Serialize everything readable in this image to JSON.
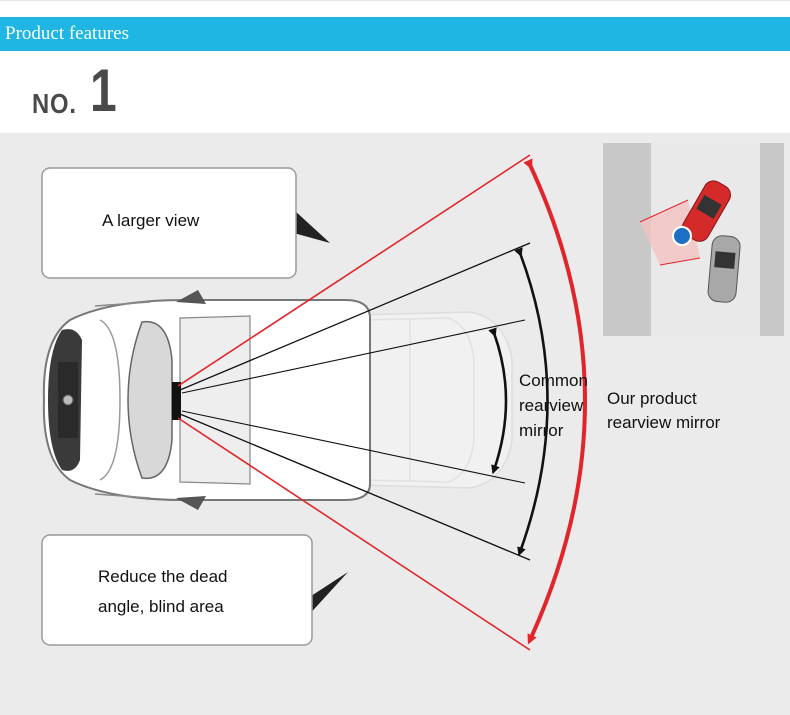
{
  "header": {
    "title": "Product features"
  },
  "feature": {
    "prefix": "NO.",
    "number": "1"
  },
  "callouts": {
    "larger_view": "A larger view",
    "dead_angle_line1": "Reduce the dead",
    "dead_angle_line2": "angle, blind area"
  },
  "labels": {
    "common_line1": "Common",
    "common_line2": "rearview",
    "common_line3": "mirror",
    "ours_line1": "Our product",
    "ours_line2": "rearview mirror"
  },
  "colors": {
    "header_bar": "#1fb6e3",
    "panel_background": "#ebebeb",
    "wide_view_lines": "#e0262b",
    "common_view_lines": "#111111"
  }
}
